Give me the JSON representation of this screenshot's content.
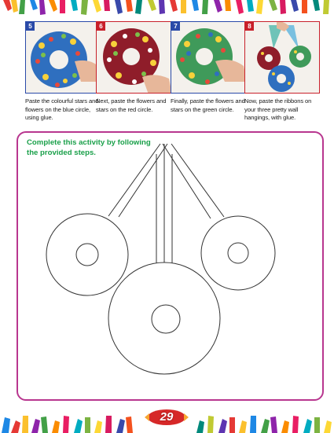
{
  "steps": [
    {
      "number": "5",
      "text": "Paste the colourful stars and flowers on the blue circle, using glue."
    },
    {
      "number": "6",
      "text": "Next, paste the flowers and stars on the red circle."
    },
    {
      "number": "7",
      "text": "Finally, paste the flowers and stars on the green circle."
    },
    {
      "number": "8",
      "text": "Now, paste the ribbons on your three pretty wall hangings, with glue."
    }
  ],
  "activity": {
    "instruction": "Complete this activity by following the provided steps."
  },
  "page": {
    "number": "29"
  },
  "colors": {
    "step_frame_blue": "#2a4aa8",
    "step_frame_red": "#c8202a",
    "activity_border": "#b8368f",
    "instruction_text": "#1aa04a"
  }
}
